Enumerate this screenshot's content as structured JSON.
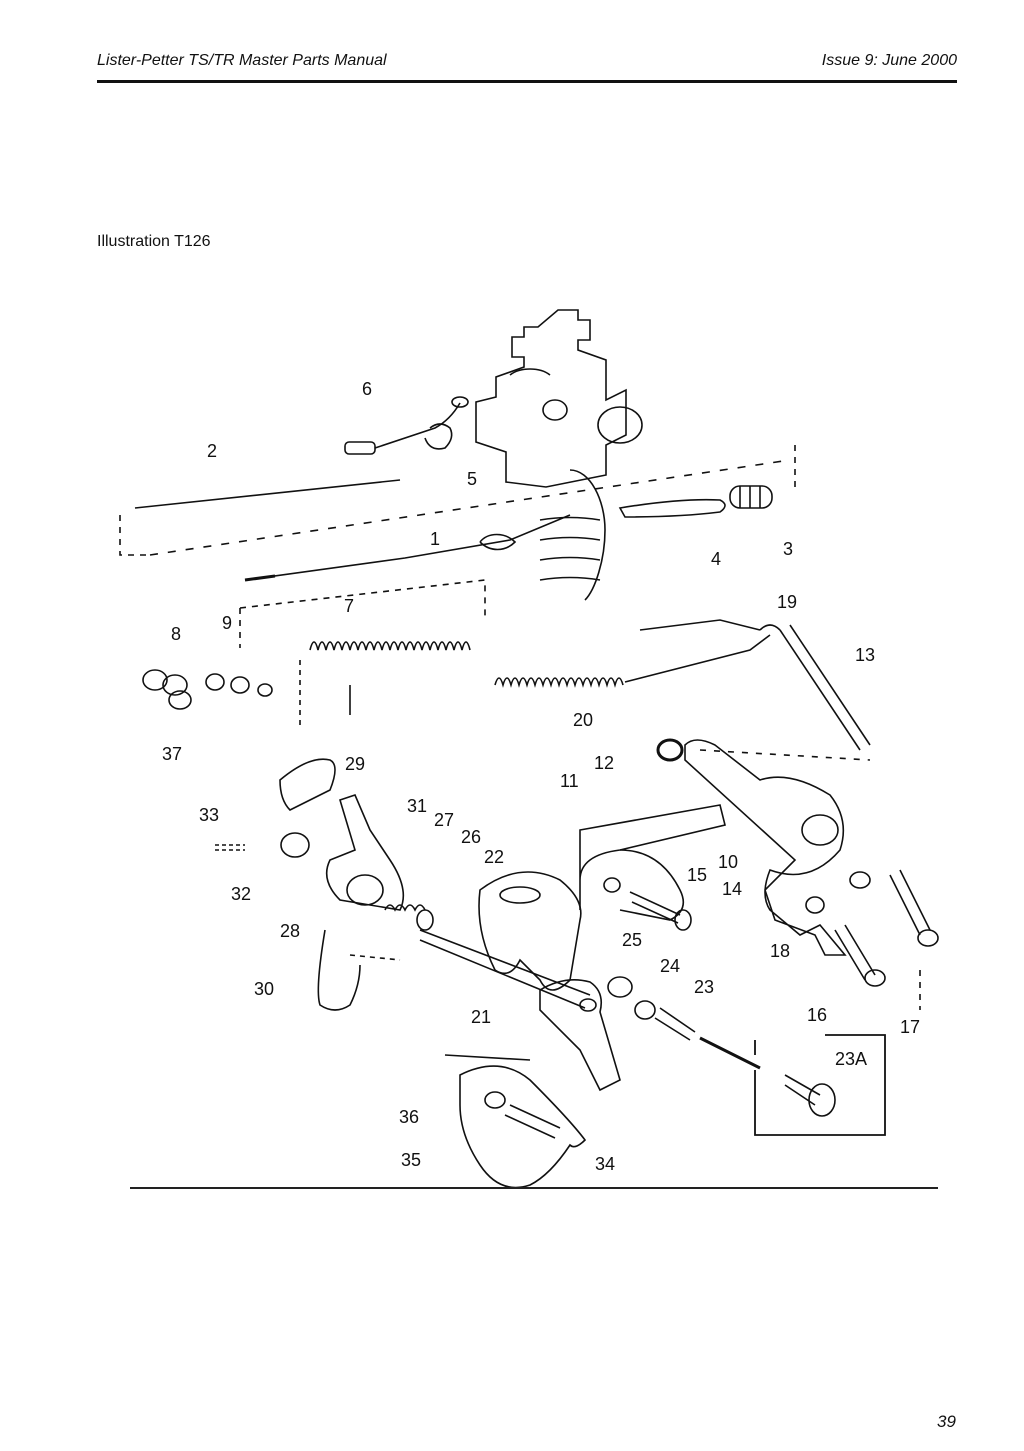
{
  "header": {
    "title": "Lister-Petter TS/TR Master Parts Manual",
    "issue": "Issue 9: June 2000"
  },
  "illustration": {
    "label": "Illustration T126",
    "part_numbers": [
      "1",
      "2",
      "3",
      "4",
      "5",
      "6",
      "7",
      "8",
      "9",
      "10",
      "11",
      "12",
      "13",
      "14",
      "15",
      "16",
      "17",
      "18",
      "19",
      "20",
      "21",
      "22",
      "23",
      "23A",
      "24",
      "25",
      "26",
      "27",
      "28",
      "29",
      "30",
      "31",
      "32",
      "33",
      "34",
      "35",
      "36",
      "37"
    ]
  },
  "footer": {
    "page_number": "39"
  }
}
